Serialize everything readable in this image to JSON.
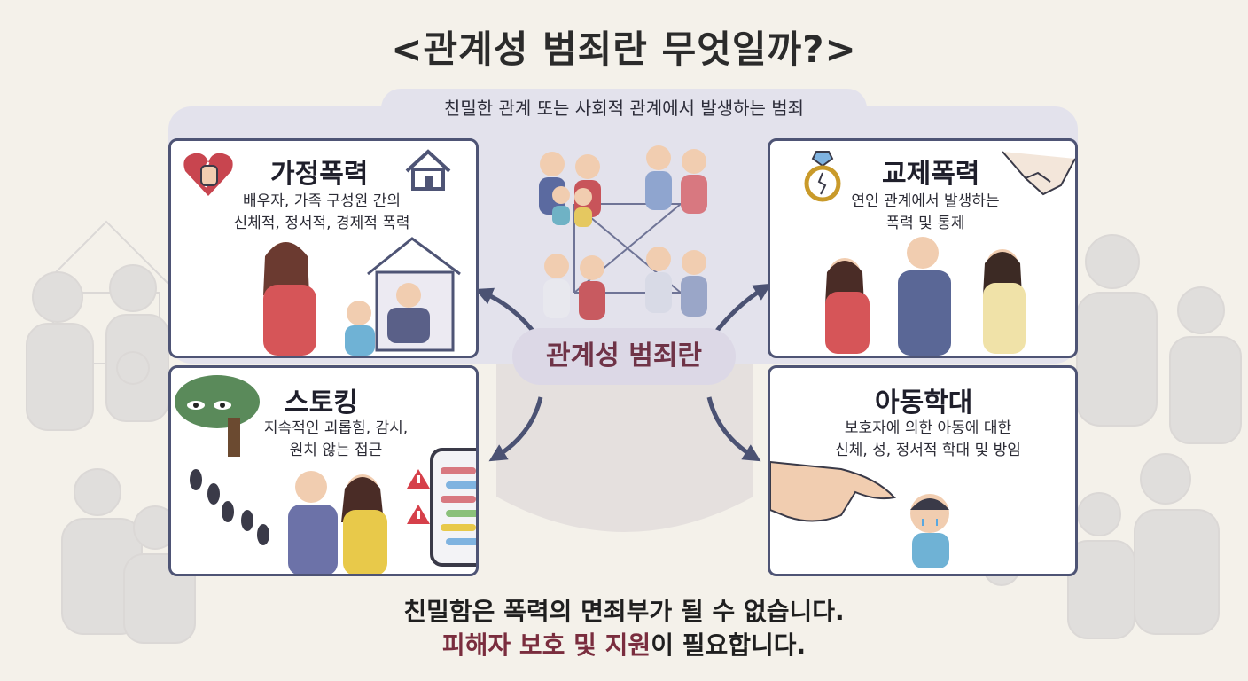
{
  "header": {
    "title": "<관계성 범죄란 무엇일까?>",
    "subtitle": "친밀한 관계 또는 사회적 관계에서 발생하는 범죄"
  },
  "center": {
    "label": "관계성 범죄란"
  },
  "cards": [
    {
      "title": "가정폭력",
      "desc_line1": "배우자, 가족 구성원 간의",
      "desc_line2": "신체적, 정서적, 경제적 폭력",
      "icon": "broken-heart-fist-icon",
      "icon2": "house-icon"
    },
    {
      "title": "교제폭력",
      "desc_line1": "연인 관계에서 발생하는",
      "desc_line2": "폭력 및 통제",
      "icon": "broken-ring-icon",
      "icon2": "handshake-icon"
    },
    {
      "title": "스토킹",
      "desc_line1": "지속적인 괴롭힘, 감시,",
      "desc_line2": "원치 않는 접근",
      "icon": "watching-tree-icon",
      "icon2": "phone-messages-icon"
    },
    {
      "title": "아동학대",
      "desc_line1": "보호자에 의한 아동에 대한",
      "desc_line2": "신체, 성, 정서적 학대 및 방임",
      "icon": "pointing-finger-icon",
      "icon2": "crying-child-icon"
    }
  ],
  "footer": {
    "line1": "친밀함은 폭력의 면죄부가 될 수 없습니다.",
    "line2_emphasis": "피해자 보호 및 지원",
    "line2_rest": "이 필요합니다."
  },
  "colors": {
    "background": "#f4f1ea",
    "card_border": "#4e5475",
    "band": "#e3e2ec",
    "accent": "#7a2d3e",
    "arrow": "#4b5273"
  }
}
